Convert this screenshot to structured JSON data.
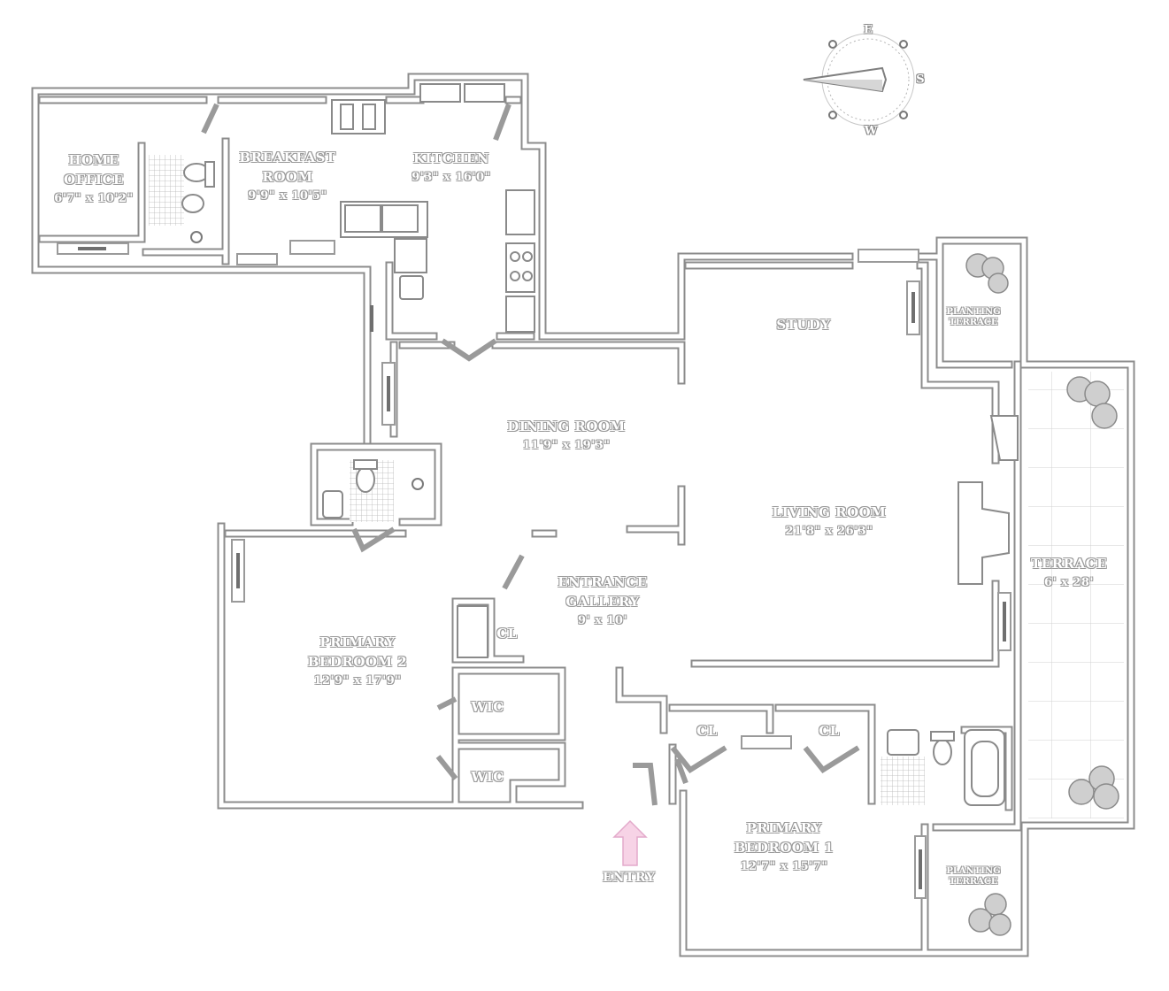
{
  "rooms": {
    "home_office": {
      "name_line1": "HOME",
      "name_line2": "OFFICE",
      "dims": "6'7\" x 10'2\""
    },
    "breakfast_room": {
      "name_line1": "BREAKFAST",
      "name_line2": "ROOM",
      "dims": "9'9\" x 10'5\""
    },
    "kitchen": {
      "name": "KITCHEN",
      "dims": "9'3\" x 16'0\""
    },
    "study": {
      "name": "STUDY"
    },
    "planting_terrace_top": {
      "name_line1": "PLANTING",
      "name_line2": "TERRACE"
    },
    "dining_room": {
      "name": "DINING ROOM",
      "dims": "11'9\" x 19'3\""
    },
    "living_room": {
      "name": "LIVING ROOM",
      "dims": "21'8\" x 26'3\""
    },
    "terrace": {
      "name": "TERRACE",
      "dims": "6' x 28'"
    },
    "entrance_gallery": {
      "name_line1": "ENTRANCE",
      "name_line2": "GALLERY",
      "dims": "9' x 10'"
    },
    "primary_bedroom_2": {
      "name_line1": "PRIMARY",
      "name_line2": "BEDROOM 2",
      "dims": "12'9\" x 17'9\""
    },
    "closet_bed2": {
      "name": "CL"
    },
    "wic_1": {
      "name": "WIC"
    },
    "wic_2": {
      "name": "WIC"
    },
    "closet_a": {
      "name": "CL"
    },
    "closet_b": {
      "name": "CL"
    },
    "primary_bedroom_1": {
      "name_line1": "PRIMARY",
      "name_line2": "BEDROOM 1",
      "dims": "12'7\" x 15'7\""
    },
    "planting_terrace_bottom": {
      "name_line1": "PLANTING",
      "name_line2": "TERRACE"
    }
  },
  "entry": {
    "label": "ENTRY",
    "arrow_color": "#f7d3e6"
  },
  "compass": {
    "north_label": "E",
    "east_label": "S",
    "south_label": "W"
  },
  "colors": {
    "wall": "#ffffff",
    "wall_outline": "#8c8c8c",
    "fixture": "#9a9a9a",
    "tile": "#c9c9c9"
  }
}
